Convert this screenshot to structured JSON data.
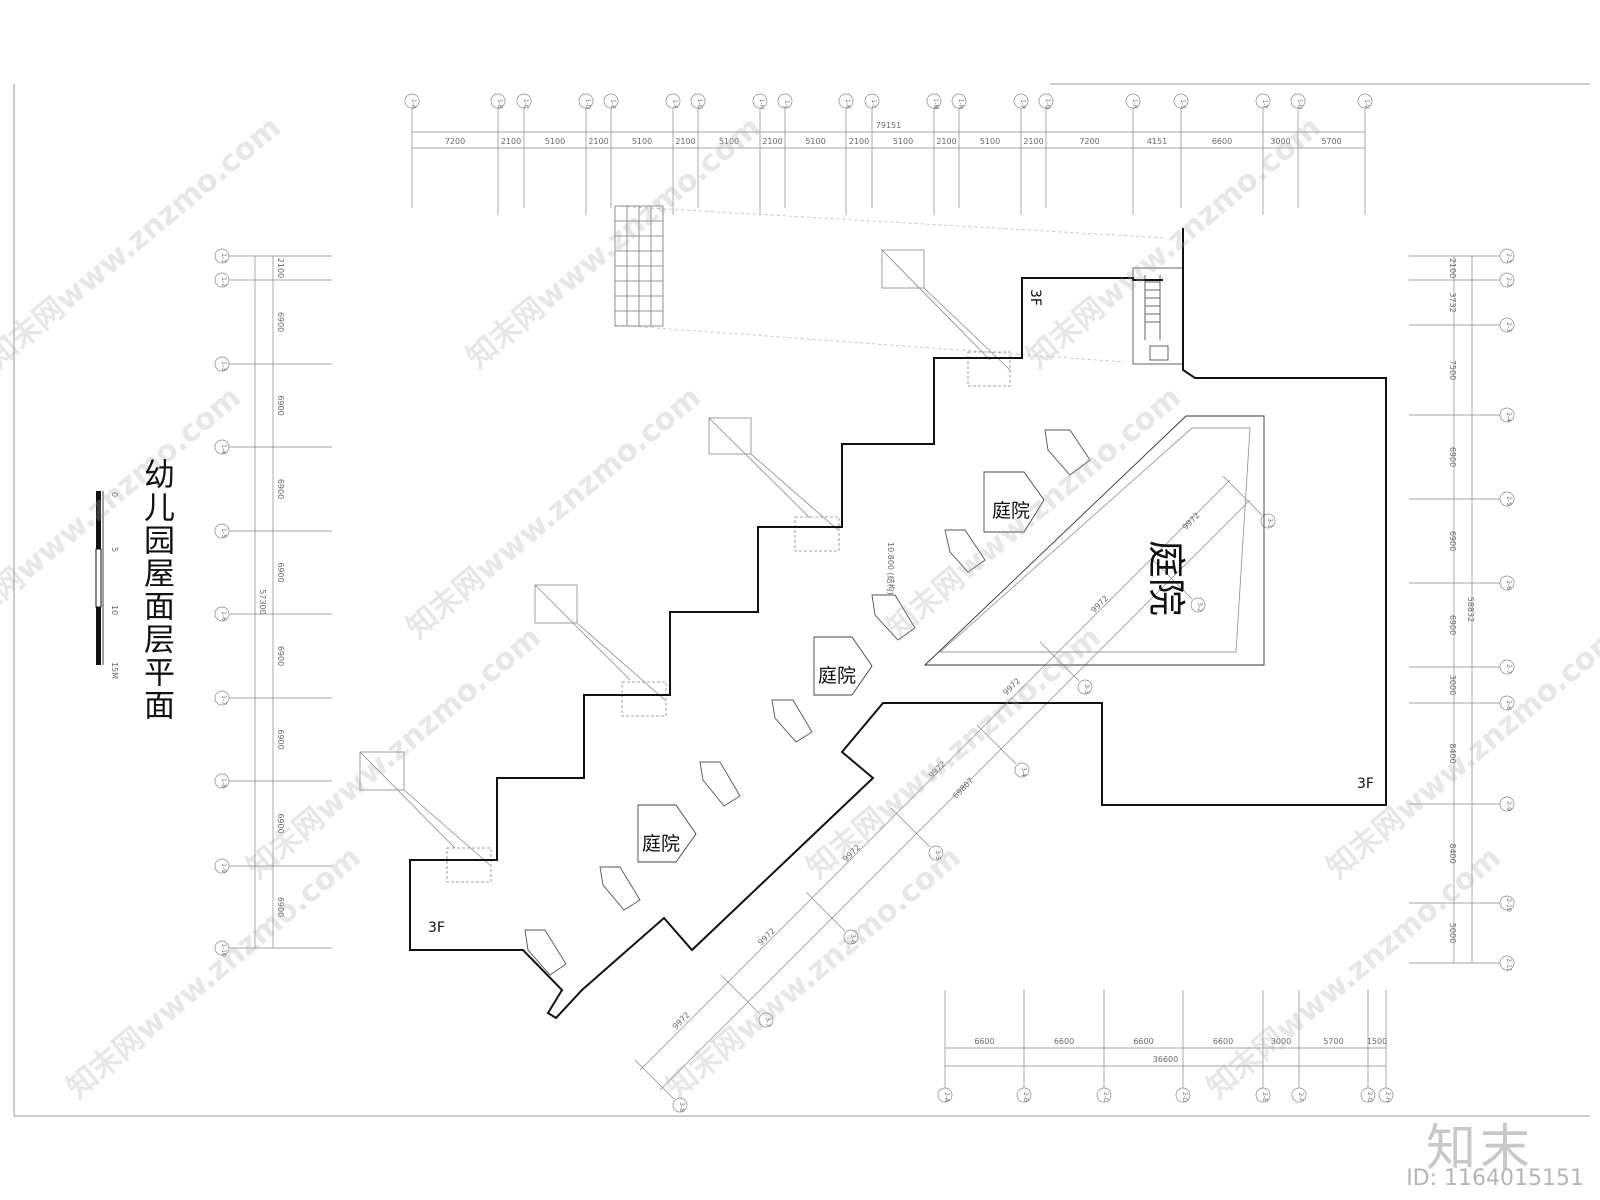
{
  "drawing": {
    "title": "幼儿园屋面层平面",
    "scale_bar": {
      "labels": [
        "0",
        "5",
        "10",
        "15M"
      ]
    },
    "floor_tags": [
      "3F",
      "3F",
      "3F"
    ],
    "courtyards": [
      "庭院",
      "庭院",
      "庭院",
      "庭院"
    ],
    "elevation": "10.800 (结构)"
  },
  "grid": {
    "top_labels": [
      "1-A",
      "1-B",
      "1-C",
      "1-D",
      "1-E",
      "1-F",
      "1-G",
      "1-H",
      "1-J",
      "1-K",
      "1-L",
      "1-M",
      "1-N",
      "1-P",
      "1-Q",
      "1-R",
      "1-S",
      "1-T",
      "1-U",
      "1-V"
    ],
    "top_dims": [
      "7200",
      "2100",
      "5100",
      "2100",
      "5100",
      "2100",
      "5100",
      "2100",
      "5100",
      "2100",
      "5100",
      "2100",
      "5100",
      "2100",
      "7200",
      "4151",
      "6600",
      "3000",
      "5700"
    ],
    "top_total": "79151",
    "left_labels": [
      "1-1",
      "1-2",
      "1-3",
      "1-4",
      "1-5",
      "1-6",
      "1-7",
      "1-8",
      "1-9",
      "1-10"
    ],
    "left_dims": [
      "2100",
      "6900",
      "6900",
      "6900",
      "6900",
      "6900",
      "6900",
      "6900",
      "6900"
    ],
    "left_total": "57300",
    "right_labels": [
      "2-1",
      "2-2",
      "2-3",
      "2-4",
      "2-5",
      "2-6",
      "2-7",
      "2-8",
      "2-9",
      "2-10",
      "2-11"
    ],
    "right_dims": [
      "2100",
      "3732",
      "7500",
      "6900",
      "6900",
      "6900",
      "3000",
      "8400",
      "8400",
      "5000"
    ],
    "right_total": "58832",
    "bottom_labels": [
      "2-A",
      "2-B",
      "2-C",
      "2-D",
      "2-E",
      "2-F",
      "2-G",
      "2-H"
    ],
    "bottom_dims": [
      "6600",
      "6600",
      "6600",
      "6600",
      "3000",
      "5700",
      "1500"
    ],
    "bottom_total": "36600",
    "diag_labels": [
      "3-1",
      "3-2",
      "3-3",
      "3-4",
      "3-5",
      "3-6",
      "3-7",
      "3-8"
    ],
    "diag_dims": [
      "9972",
      "9972",
      "9972",
      "9972",
      "9972",
      "9972",
      "9972"
    ],
    "diag_total": "69807"
  },
  "watermark": {
    "text": "知末网www.znzmo.com"
  },
  "footer": {
    "brand": "知末",
    "id_text": "ID: 1164015151"
  }
}
